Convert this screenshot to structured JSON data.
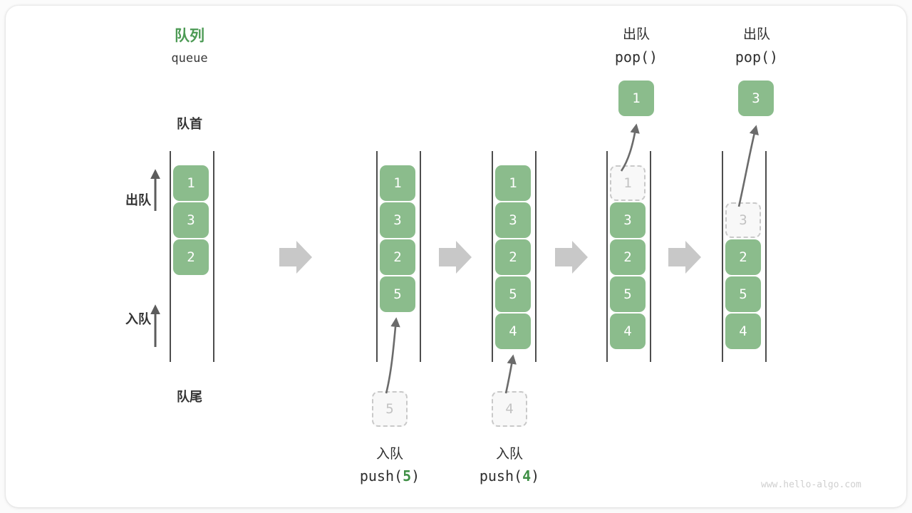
{
  "diagram": {
    "title_cn": "队列",
    "title_en": "queue",
    "front_label": "队首",
    "rear_label": "队尾",
    "dequeue_label": "出队",
    "enqueue_label": "入队",
    "watermark": "www.hello-algo.com",
    "colors": {
      "accent_green": "#4c9a54",
      "cell_fill": "#8bbc8c",
      "cell_text": "#ffffff",
      "ghost_fill": "#f8f8f8",
      "ghost_border": "#c9c9c9",
      "ghost_text": "#c2c2c2",
      "rail": "#4d4d4d",
      "arrow": "#6b6b6b",
      "step_arrow": "#c8c8c8",
      "text": "#333333",
      "watermark": "#cfcfcf"
    }
  },
  "steps": [
    {
      "id": "initial",
      "cells": [
        {
          "value": "1",
          "state": "filled",
          "slot": 0
        },
        {
          "value": "3",
          "state": "filled",
          "slot": 1
        },
        {
          "value": "2",
          "state": "filled",
          "slot": 2
        }
      ],
      "caption_cn": "",
      "caption_code": "",
      "incoming": null,
      "popped": null
    },
    {
      "id": "push-5",
      "cells": [
        {
          "value": "1",
          "state": "filled",
          "slot": 0
        },
        {
          "value": "3",
          "state": "filled",
          "slot": 1
        },
        {
          "value": "2",
          "state": "filled",
          "slot": 2
        },
        {
          "value": "5",
          "state": "filled",
          "slot": 3
        }
      ],
      "caption_cn": "入队",
      "caption_code": "push(5)",
      "caption_code_arg": "5",
      "incoming": {
        "value": "5"
      },
      "popped": null
    },
    {
      "id": "push-4",
      "cells": [
        {
          "value": "1",
          "state": "filled",
          "slot": 0
        },
        {
          "value": "3",
          "state": "filled",
          "slot": 1
        },
        {
          "value": "2",
          "state": "filled",
          "slot": 2
        },
        {
          "value": "5",
          "state": "filled",
          "slot": 3
        },
        {
          "value": "4",
          "state": "filled",
          "slot": 4
        }
      ],
      "caption_cn": "入队",
      "caption_code": "push(4)",
      "caption_code_arg": "4",
      "incoming": {
        "value": "4"
      },
      "popped": null
    },
    {
      "id": "pop-1",
      "cells": [
        {
          "value": "1",
          "state": "ghost",
          "slot": 0
        },
        {
          "value": "3",
          "state": "filled",
          "slot": 1
        },
        {
          "value": "2",
          "state": "filled",
          "slot": 2
        },
        {
          "value": "5",
          "state": "filled",
          "slot": 3
        },
        {
          "value": "4",
          "state": "filled",
          "slot": 4
        }
      ],
      "caption_cn": "",
      "caption_code": "",
      "header_cn": "出队",
      "header_code": "pop()",
      "popped": {
        "value": "1"
      }
    },
    {
      "id": "pop-3",
      "cells": [
        {
          "value": "3",
          "state": "ghost",
          "slot": 1
        },
        {
          "value": "2",
          "state": "filled",
          "slot": 2
        },
        {
          "value": "5",
          "state": "filled",
          "slot": 3
        },
        {
          "value": "4",
          "state": "filled",
          "slot": 4
        }
      ],
      "caption_cn": "",
      "caption_code": "",
      "header_cn": "出队",
      "header_code": "pop()",
      "popped": {
        "value": "3"
      }
    }
  ]
}
